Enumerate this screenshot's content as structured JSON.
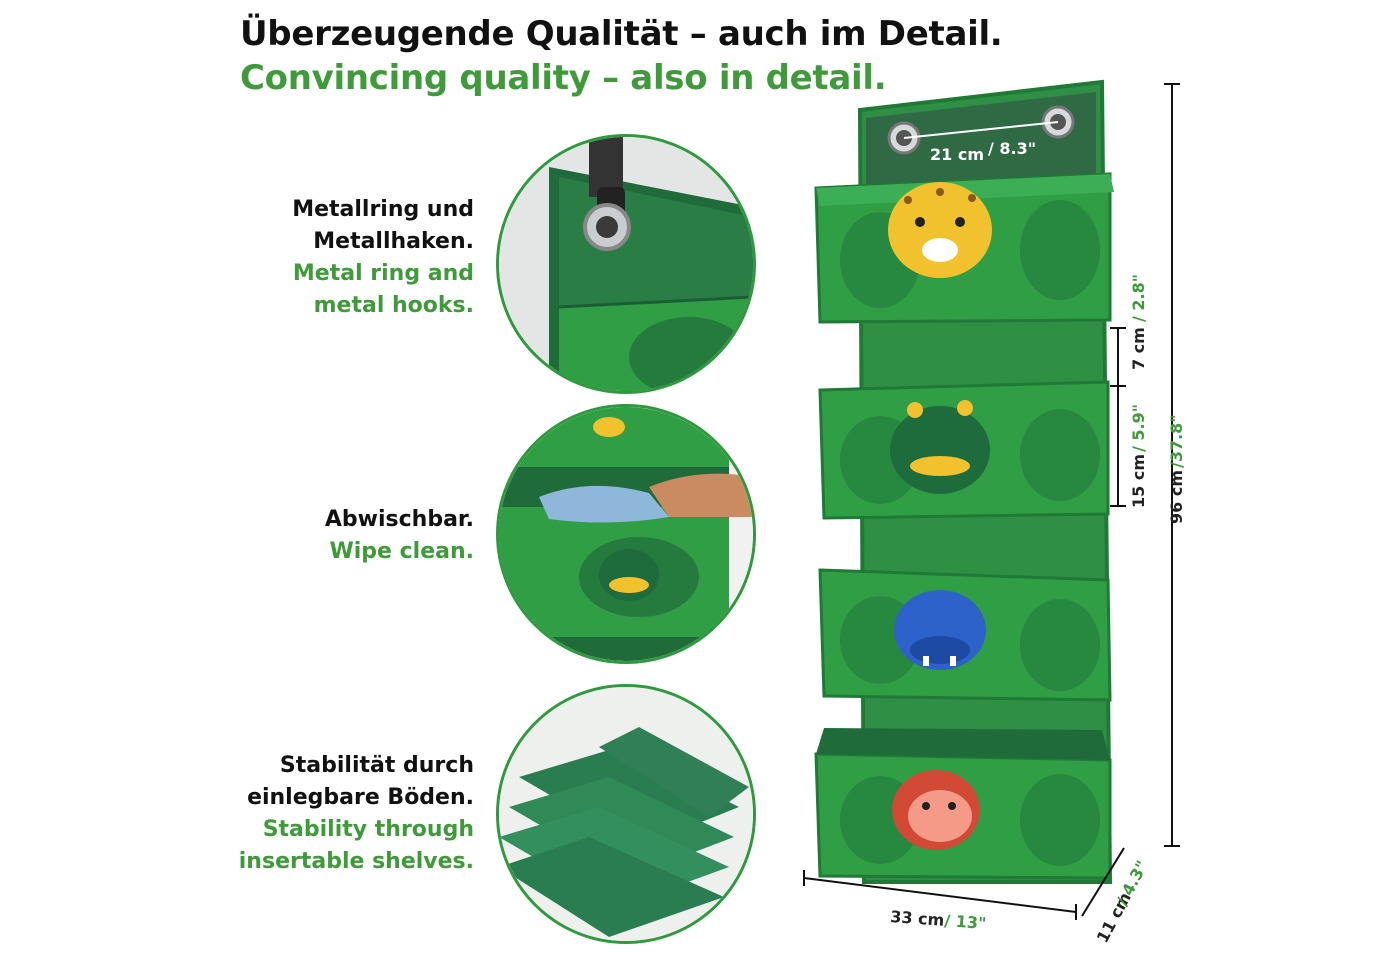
{
  "title": {
    "de": "Überzeugende Qualität – auch im Detail.",
    "en": "Convincing quality – also in detail."
  },
  "features": [
    {
      "de_line1": "Metallring und",
      "de_line2": "Metallhaken.",
      "en_line1": "Metal ring and",
      "en_line2": "metal hooks."
    },
    {
      "de_line1": "Abwischbar.",
      "de_line2": "",
      "en_line1": "Wipe clean.",
      "en_line2": ""
    },
    {
      "de_line1": "Stabilität durch",
      "de_line2": "einlegbare Böden.",
      "en_line1": "Stability through",
      "en_line2": "insertable shelves."
    }
  ],
  "dimensions": {
    "ring_cm": "21 cm",
    "ring_in": "/ 8.3\"",
    "gap_cm": "7 cm",
    "gap_in": "/ 2.8\"",
    "pocket_cm": "15 cm",
    "pocket_in": "/ 5.9\"",
    "height_cm": "96 cm",
    "height_in": "/37.8\"",
    "width_cm": "33 cm",
    "width_in": "/ 13\"",
    "depth_cm": "11 cm",
    "depth_in": "/ 4.3\""
  },
  "colors": {
    "brand_green": "#3f9a3a",
    "fabric_green": "#2f9e45",
    "dark_green": "#1f6b3a",
    "text_dark": "#111111"
  },
  "animals": [
    "leopard",
    "crocodile",
    "hippo",
    "monkey"
  ]
}
